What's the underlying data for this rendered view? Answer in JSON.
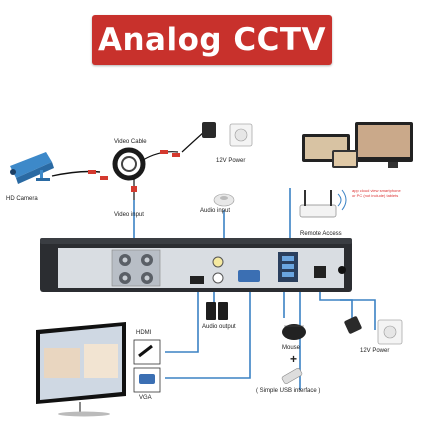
{
  "banner": {
    "title": "Analog CCTV"
  },
  "labels": {
    "hd_camera": "HD Camera",
    "video_cable": "Video Cable",
    "power_top": "12V Power",
    "video_input": "Video input",
    "audio_input": "Audio input",
    "remote_access": "Remote Access",
    "red_note": "app cloud view smartphone\nor PC (not include) tablets",
    "hdmi": "HDMI",
    "vga": "VGA",
    "audio_output": "Audio output",
    "mouse": "Mouse",
    "plus": "+",
    "usb": "( Simple USB interface )",
    "power_right": "12V Power"
  },
  "colors": {
    "banner": "#c8312c",
    "connector_line": "#3b82c4",
    "dvr_body": "#2b2d31",
    "dvr_panel": "#d9dde2"
  }
}
